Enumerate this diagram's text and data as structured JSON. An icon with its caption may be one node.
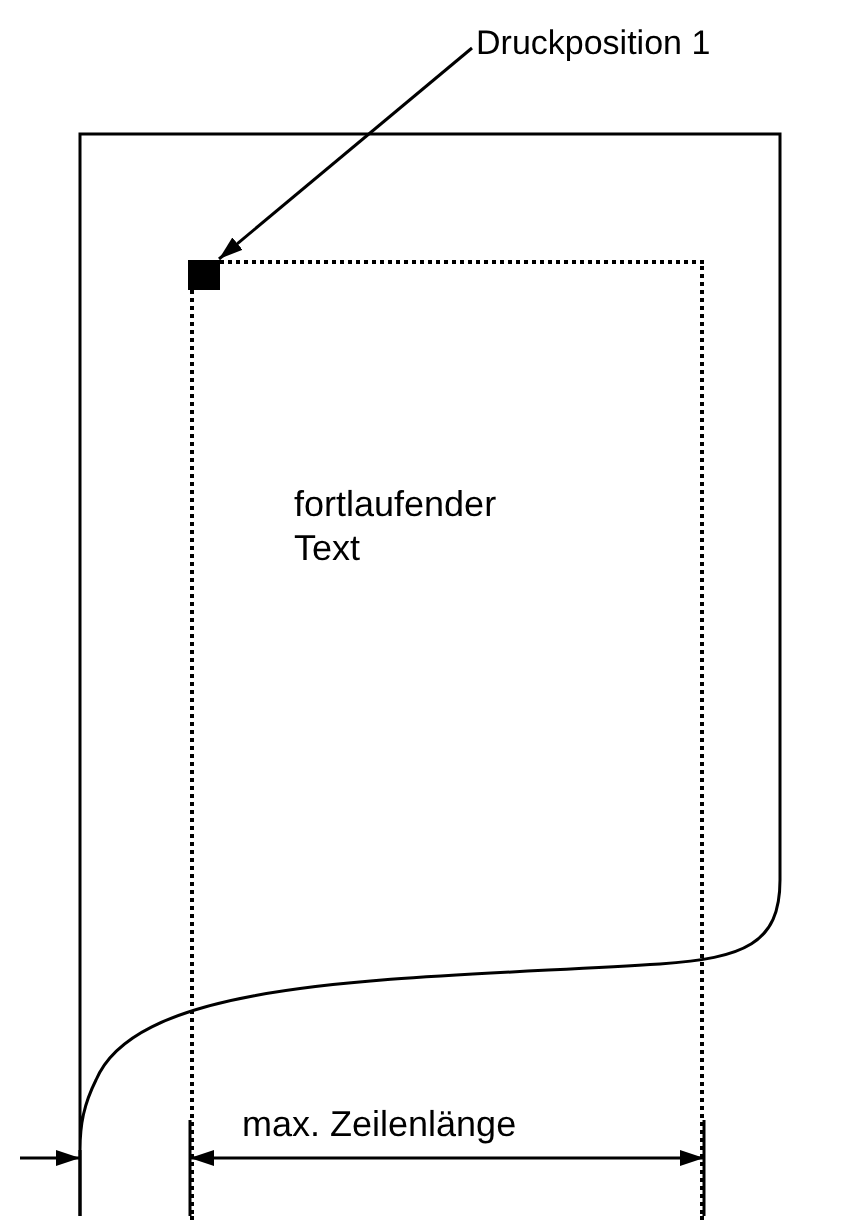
{
  "diagram": {
    "nodes": [
      {
        "text": [
          "Druckposition 1"
        ]
      },
      {
        "text": [],
        "shape": "box",
        "in": 2
      },
      {
        "text": [
          "fortlaufender Text"
        ]
      }
    ],
    "edges": [
      {
        "from": 0,
        "to": 1,
        "arrow": "to"
      }
    ],
    "labels": [
      "max. Zeilenlänge"
    ]
  }
}
